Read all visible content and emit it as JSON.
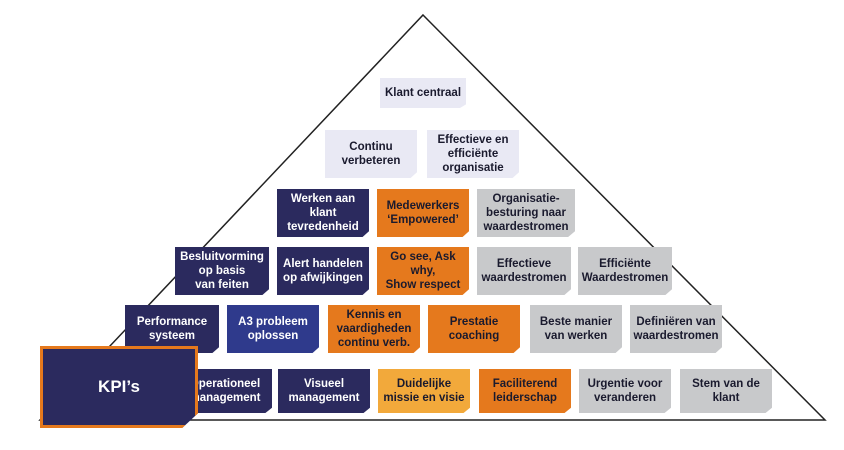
{
  "colors": {
    "navy": "#2b2a5e",
    "blue": "#2f3a8c",
    "orange": "#e5791d",
    "yellow": "#f2a93b",
    "gray": "#c8c9cb",
    "lavender": "#e9e9f4",
    "outline": "#222222"
  },
  "kpi_label": "KPI’s",
  "boxes": [
    {
      "id": "klant-centraal",
      "text": "Klant centraal",
      "color": "lav"
    },
    {
      "id": "continu-verbeteren",
      "text": "Continu\nverbeteren",
      "color": "lav"
    },
    {
      "id": "effectieve-efficiente-organisatie",
      "text": "Effectieve en\nefficiënte\norganisatie",
      "color": "lav"
    },
    {
      "id": "werken-aan-klanttevredenheid",
      "text": "Werken aan\nklant\ntevredenheid",
      "color": "navy"
    },
    {
      "id": "medewerkers-empowered",
      "text": "Medewerkers\n‘Empowered’",
      "color": "orange"
    },
    {
      "id": "organisatiebesturing",
      "text": "Organisatie-\nbesturing naar\nwaardestromen",
      "color": "gray"
    },
    {
      "id": "besluitvorming",
      "text": "Besluitvorming\nop basis\nvan feiten",
      "color": "navy"
    },
    {
      "id": "alert-handelen",
      "text": "Alert handelen\nop afwijkingen",
      "color": "navy"
    },
    {
      "id": "go-see",
      "text": "Go see, Ask why,\nShow respect",
      "color": "orange"
    },
    {
      "id": "effectieve-waardestromen",
      "text": "Effectieve\nwaardestromen",
      "color": "gray"
    },
    {
      "id": "efficiente-waardestromen",
      "text": "Efficiënte\nWaardestromen",
      "color": "gray"
    },
    {
      "id": "performance-systeem",
      "text": "Performance\nsysteem",
      "color": "navy"
    },
    {
      "id": "a3-probleem-oplossen",
      "text": "A3 probleem\noplossen",
      "color": "blue"
    },
    {
      "id": "kennis-vaardigheden",
      "text": "Kennis en\nvaardigheden\ncontinu verb.",
      "color": "orange"
    },
    {
      "id": "prestatie-coaching",
      "text": "Prestatie\ncoaching",
      "color": "orange"
    },
    {
      "id": "beste-manier",
      "text": "Beste manier\nvan werken",
      "color": "gray"
    },
    {
      "id": "definieren-waardestromen",
      "text": "Definiëren van\nwaardestromen",
      "color": "gray"
    },
    {
      "id": "operationeel-management",
      "text": "Operationeel\nmanagement",
      "color": "navy"
    },
    {
      "id": "visueel-management",
      "text": "Visueel\nmanagement",
      "color": "navy"
    },
    {
      "id": "duidelijke-missie",
      "text": "Duidelijke\nmissie en visie",
      "color": "yellow"
    },
    {
      "id": "faciliterend-leiderschap",
      "text": "Faciliterend\nleiderschap",
      "color": "orange"
    },
    {
      "id": "urgentie-veranderen",
      "text": "Urgentie voor\nveranderen",
      "color": "gray"
    },
    {
      "id": "stem-van-de-klant",
      "text": "Stem van de\nklant",
      "color": "gray"
    }
  ]
}
